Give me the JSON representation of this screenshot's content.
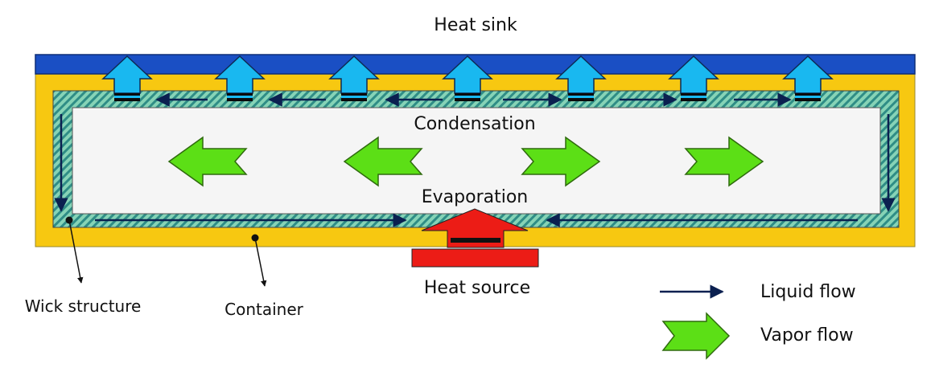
{
  "labels": {
    "heat_sink": "Heat sink",
    "condensation": "Condensation",
    "evaporation": "Evaporation",
    "heat_source": "Heat source",
    "wick_structure": "Wick structure",
    "container": "Container"
  },
  "legend": {
    "liquid_flow": "Liquid flow",
    "vapor_flow": "Vapor flow"
  },
  "colors": {
    "heat_sink": "#1a4fc4",
    "container": "#f7c811",
    "wick_base": "#86d3b6",
    "wick_stripe": "#2f8d86",
    "chamber": "#f5f5f5",
    "heat_up_arrow": "#19b8f0",
    "vapor_arrow": "#5cdf16",
    "heat_source": "#ec1c16",
    "liquid_arrow": "#0b2050"
  }
}
